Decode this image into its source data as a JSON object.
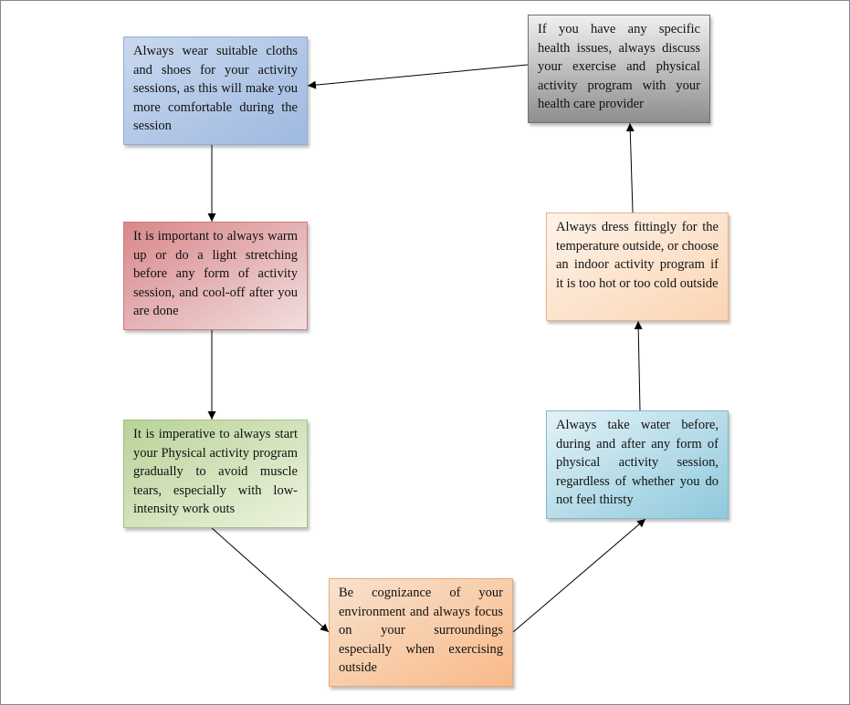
{
  "diagram": {
    "boxes": {
      "clothes": "Always wear suitable cloths and shoes for your activity sessions, as this will make you more comfortable during the session",
      "warmup": "It is important to always warm up or do a light stretching before any form of activity session, and cool-off after you are done",
      "gradual": "It is imperative to always start your Physical activity program gradually to avoid muscle tears, especially with low-intensity work outs",
      "environment": "Be cognizance of your environment and always focus on your surroundings especially when exercising outside",
      "water": "Always take water before, during and after any form of physical activity session, regardless of whether you do not feel thirsty",
      "dress": "Always dress fittingly for the temperature outside, or choose an indoor activity program if it is too hot or too cold outside",
      "health": "If you have any specific health issues, always discuss your exercise and physical activity program with your health care provider"
    },
    "colors": {
      "clothes": "#b3c8e8",
      "warmup": "#e2a9ab",
      "gradual": "#d0e2b8",
      "environment": "#f9cba5",
      "water": "#b5dce9",
      "dress": "#fce0c7",
      "health": "#b4b4b4",
      "arrow": "#000000",
      "frame": "#7a8a96"
    }
  }
}
